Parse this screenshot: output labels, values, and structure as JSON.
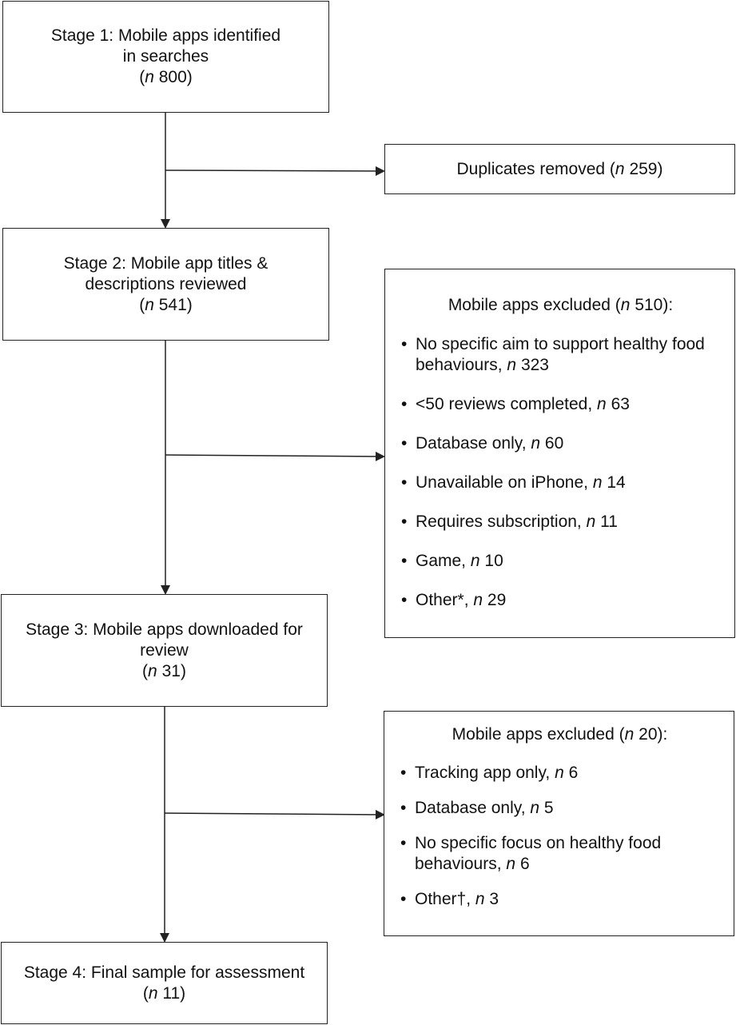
{
  "stage1": {
    "title": "Stage 1: Mobile apps identified in searches",
    "n_prefix": "n",
    "n_value": "800"
  },
  "duplicates": {
    "text": "Duplicates removed",
    "n_prefix": "n",
    "n_value": "259"
  },
  "stage2": {
    "title": "Stage 2: Mobile app titles & descriptions reviewed",
    "n_prefix": "n",
    "n_value": "541"
  },
  "excluded1": {
    "title": "Mobile apps excluded",
    "n_prefix": "n",
    "n_value": "510",
    "items": [
      {
        "label": "No specific aim to support healthy food behaviours,",
        "n": "323"
      },
      {
        "label": "<50 reviews completed,",
        "n": "63"
      },
      {
        "label": "Database only,",
        "n": "60"
      },
      {
        "label": "Unavailable on iPhone,",
        "n": "14"
      },
      {
        "label": "Requires subscription,",
        "n": "11"
      },
      {
        "label": "Game,",
        "n": "10"
      },
      {
        "label": "Other*,",
        "n": "29"
      }
    ]
  },
  "stage3": {
    "title": "Stage 3: Mobile apps downloaded for review",
    "n_prefix": "n",
    "n_value": "31"
  },
  "excluded2": {
    "title": "Mobile apps excluded",
    "n_prefix": "n",
    "n_value": "20",
    "items": [
      {
        "label": "Tracking app only,",
        "n": "6"
      },
      {
        "label": "Database only,",
        "n": "5"
      },
      {
        "label": "No specific focus on healthy food behaviours,",
        "n": "6"
      },
      {
        "label": "Other†,",
        "n": "3"
      }
    ]
  },
  "stage4": {
    "title": "Stage 4: Final sample for assessment",
    "n_prefix": "n",
    "n_value": "11"
  }
}
